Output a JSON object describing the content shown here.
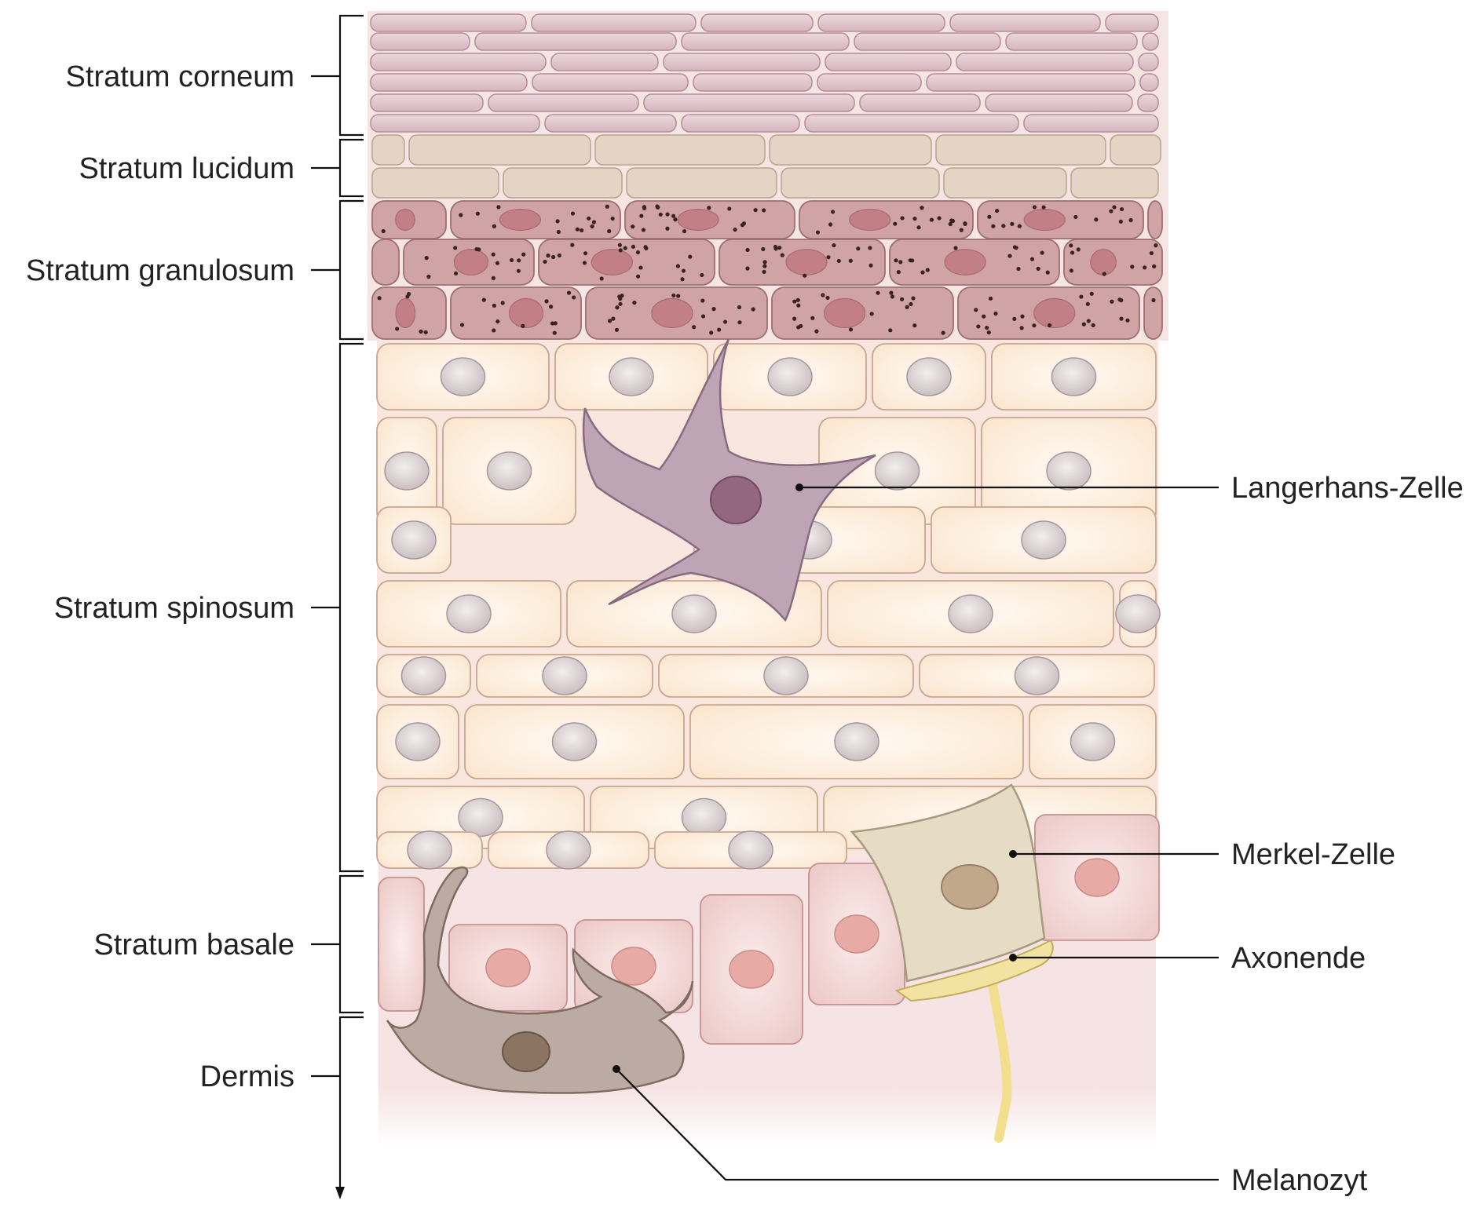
{
  "layers": [
    {
      "id": "corneum",
      "label": "Stratum corneum"
    },
    {
      "id": "lucidum",
      "label": "Stratum lucidum"
    },
    {
      "id": "granulosum",
      "label": "Stratum granulosum"
    },
    {
      "id": "spinosum",
      "label": "Stratum spinosum"
    },
    {
      "id": "basale",
      "label": "Stratum basale"
    },
    {
      "id": "dermis",
      "label": "Dermis"
    }
  ],
  "callouts": [
    {
      "id": "langerhans",
      "label": "Langerhans-Zelle"
    },
    {
      "id": "merkel",
      "label": "Merkel-Zelle"
    },
    {
      "id": "axon",
      "label": "Axonende"
    },
    {
      "id": "melanocyte",
      "label": "Melanozyt"
    }
  ],
  "colors": {
    "corneum_cell": "#dcc2c9",
    "lucidum_cell": "#e2d3c4",
    "granulosum_cell": "#cfa2a4",
    "granule": "#3a2320",
    "spinosum_cell": "#fcebd8",
    "nucleus": "#dcd2d4",
    "langerhans": "#bca1b1",
    "basale_cell": "#efcfcd",
    "basale_nucleus": "#e6a9a5",
    "merkel": "#e3d8c2",
    "axon": "#f3e3a0",
    "melanocyte": "#bcaaa2",
    "dermis": "#f6e4e4"
  }
}
